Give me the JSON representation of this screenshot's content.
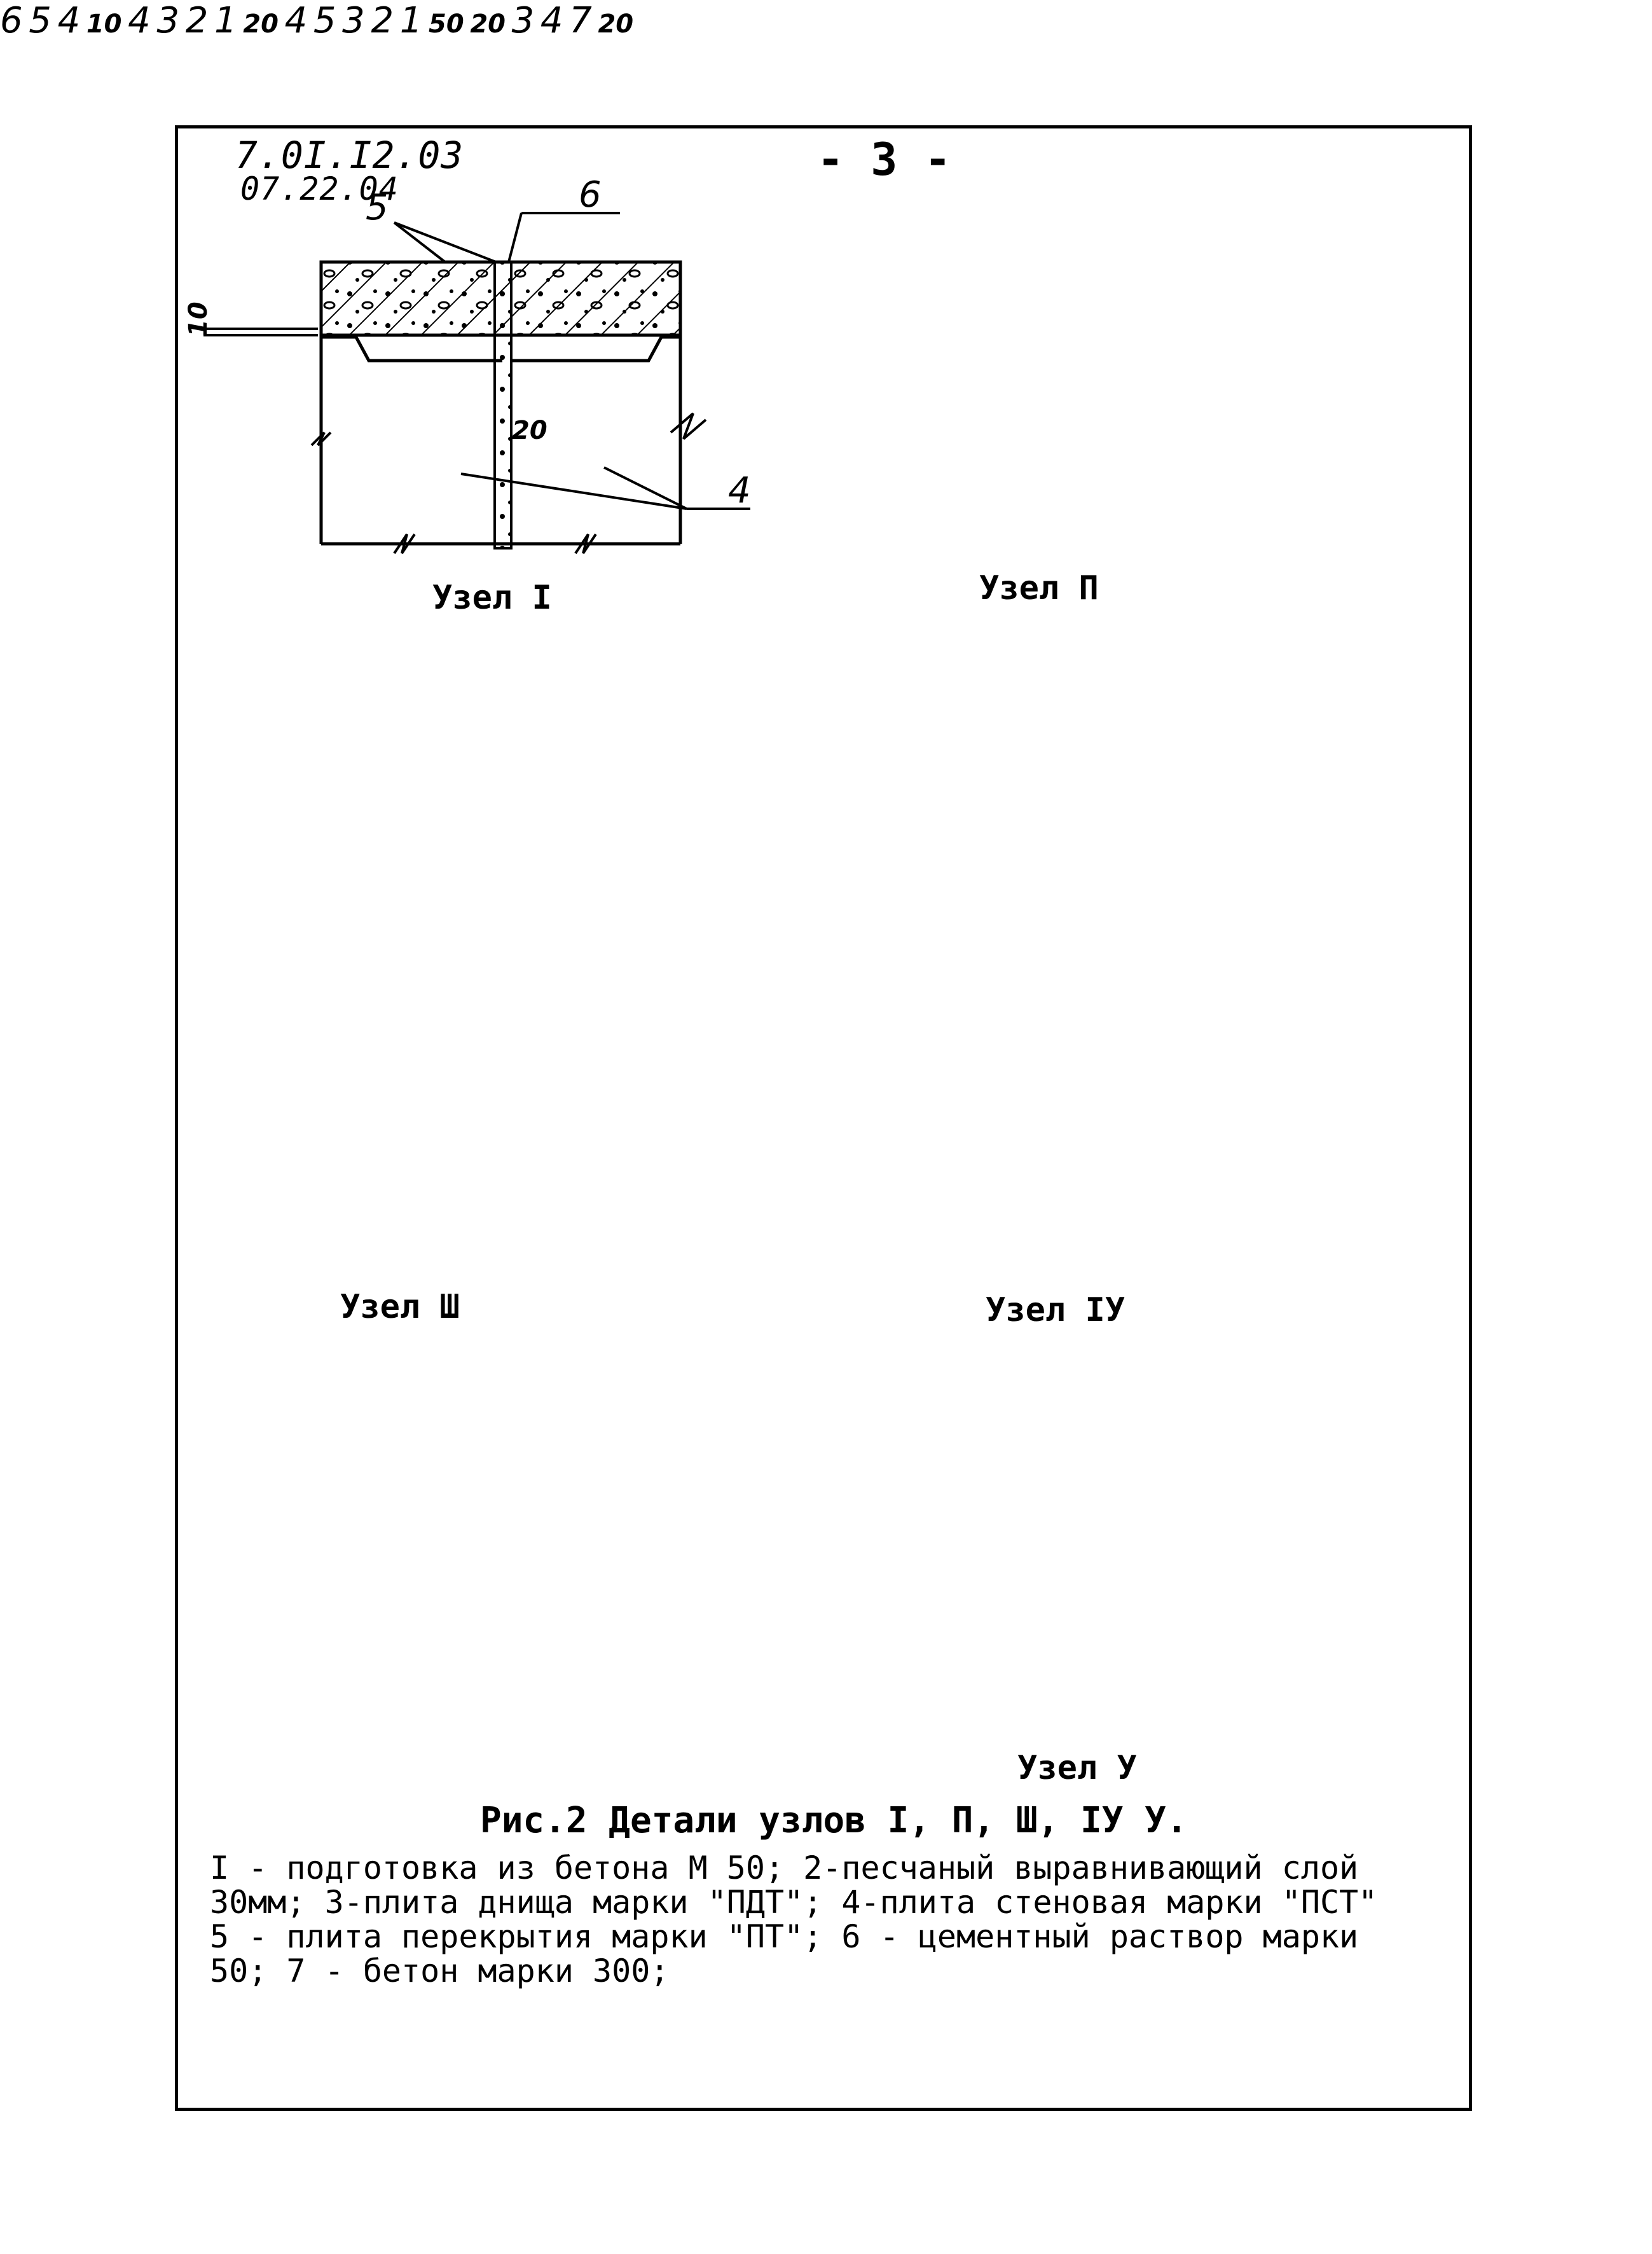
{
  "header": {
    "code_line1": "7.0I.I2.03",
    "code_line2": "07.22.04",
    "page_number": "- 3 -"
  },
  "nodes": [
    {
      "caption": "Узел I",
      "labels": [
        "5",
        "6",
        "4",
        "20"
      ],
      "dims": [
        "10"
      ]
    },
    {
      "caption": "Узел П",
      "labels": [
        "6",
        "5",
        "4"
      ],
      "dims": [
        "10"
      ]
    },
    {
      "caption": "Узел Ш",
      "labels": [
        "4",
        "3",
        "2",
        "1"
      ],
      "dims": [
        "20"
      ]
    },
    {
      "caption": "Узел IУ",
      "labels": [
        "4",
        "5",
        "3",
        "2",
        "1"
      ],
      "dims": [
        "50",
        "20"
      ]
    },
    {
      "caption": "Узел У",
      "labels": [
        "3",
        "4",
        "7"
      ],
      "dims": [
        "20"
      ]
    }
  ],
  "figure_title": "Рис.2 Детали узлов I, П, Ш, IУ  У.",
  "legend": {
    "line1": "I - подготовка из бетона М 50; 2-песчаный выравнивающий слой",
    "line2": "30мм; 3-плита днища марки \"ПДТ\"; 4-плита стеновая марки \"ПСТ\"",
    "line3": "5 - плита перекрытия марки \"ПТ\"; 6 - цементный раствор марки",
    "line4": "50; 7 - бетон марки 300;"
  }
}
